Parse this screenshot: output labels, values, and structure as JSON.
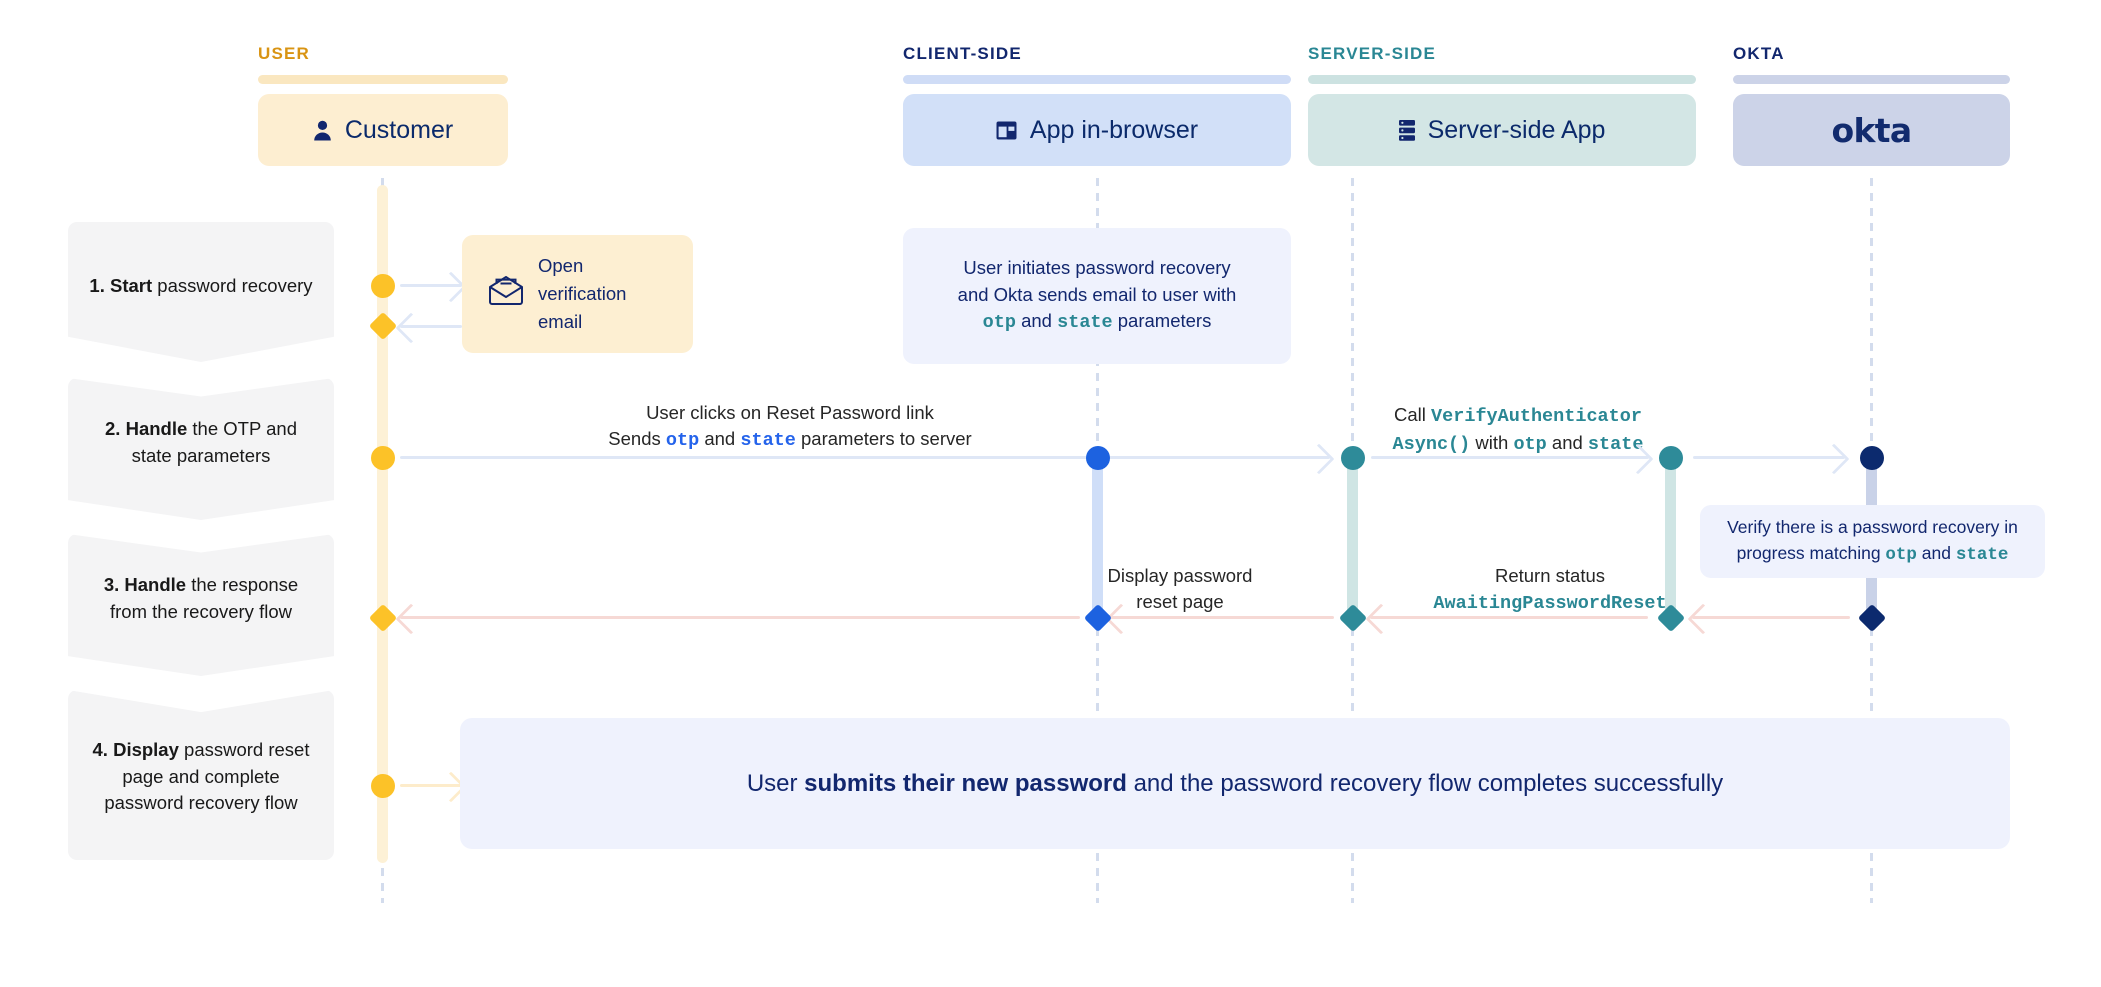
{
  "columns": [
    {
      "key": "user",
      "title": "USER",
      "rule_color": "#fae7c0",
      "box_color": "#fdeed1",
      "label": "Customer",
      "icon": "person-icon",
      "title_color": "#d99413"
    },
    {
      "key": "client",
      "title": "CLIENT-SIDE",
      "rule_color": "#cfdcf6",
      "box_color": "#d2e0f8",
      "label": "App in-browser",
      "icon": "browser-window-icon",
      "title_color": "#12276e"
    },
    {
      "key": "server",
      "title": "SERVER-SIDE",
      "rule_color": "#cce2e1",
      "box_color": "#d3e6e5",
      "label": "Server-side App",
      "icon": "server-stack-icon",
      "title_color": "#2a8794"
    },
    {
      "key": "okta",
      "title": "OKTA",
      "rule_color": "#ccd3e8",
      "box_color": "#ccd3e8",
      "label": "okta",
      "icon": "okta-logo",
      "title_color": "#12276e"
    }
  ],
  "steps": [
    {
      "num": "1.",
      "bold": "Start",
      "rest": " password recovery"
    },
    {
      "num": "2.",
      "bold": "Handle",
      "rest": " the OTP and state parameters"
    },
    {
      "num": "3.",
      "bold": "Handle",
      "rest": " the response from the recovery flow"
    },
    {
      "num": "4.",
      "bold": "Display",
      "rest": " password reset page and complete password recovery flow"
    }
  ],
  "notes": {
    "open_email": {
      "line1": "Open",
      "line2": "verification",
      "line3": "email",
      "icon": "envelope-open-icon"
    },
    "initiates": {
      "l1": "User initiates password recovery",
      "l2": "and Okta sends email to user with",
      "l3a": "otp",
      "l3b": " and ",
      "l3c": "state",
      "l3d": " parameters"
    },
    "verify": {
      "l1": "Verify there is a password recovery in",
      "l2a": "progress matching ",
      "l2b": "otp",
      "l2c": " and ",
      "l2d": "state"
    }
  },
  "messages": {
    "reset_link": {
      "l1": "User clicks on Reset Password link",
      "l2a": "Sends ",
      "l2b": "otp",
      "l2c": " and ",
      "l2d": "state",
      "l2e": " parameters to server"
    },
    "verify_call": {
      "l1a": "Call ",
      "l1b": "VerifyAuthenticator",
      "l2a": "Async()",
      "l2b": " with ",
      "l2c": "otp",
      "l2d": " and ",
      "l2e": "state"
    },
    "display_reset": {
      "l1": "Display password",
      "l2": "reset page"
    },
    "return_status": {
      "l1": "Return status",
      "l2": "AwaitingPasswordReset"
    }
  },
  "banner": {
    "a": "User ",
    "b": "submits their new password",
    "c": " and the password recovery flow completes successfully"
  },
  "colors": {
    "user_accent": "#fcc228",
    "user_pale": "#fdf1d6",
    "client_accent": "#1d62e0",
    "client_pale": "#cfdef8",
    "server_accent": "#2e8b99",
    "server_pale": "#cfe5e4",
    "okta_accent": "#0c2a6e",
    "okta_pale": "#c9d2e8",
    "arrow_blue": "#dfe7f6",
    "arrow_pink": "#f6d9d5",
    "arrow_yellow": "#fdeccb"
  }
}
